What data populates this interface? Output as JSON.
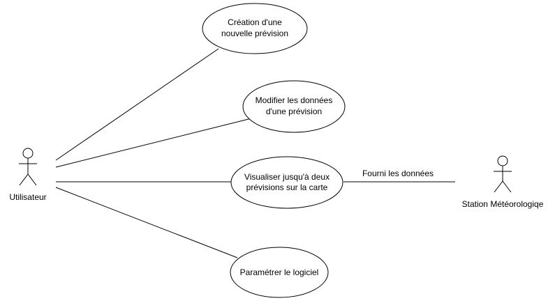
{
  "actors": {
    "user": {
      "label": "Utilisateur"
    },
    "station": {
      "label": "Station Météorologiqe"
    }
  },
  "use_cases": {
    "creation": {
      "line1": "Création d'une",
      "line2": "nouvelle prévision"
    },
    "modify": {
      "line1": "Modifier les données",
      "line2": "d'une prévision"
    },
    "visualize": {
      "line1": "Visualiser jusqu'à deux",
      "line2": "prévisions sur la carte"
    },
    "settings": {
      "line1": "Paramétrer le logiciel"
    }
  },
  "associations": {
    "station_link": {
      "label": "Fourni les données"
    }
  }
}
